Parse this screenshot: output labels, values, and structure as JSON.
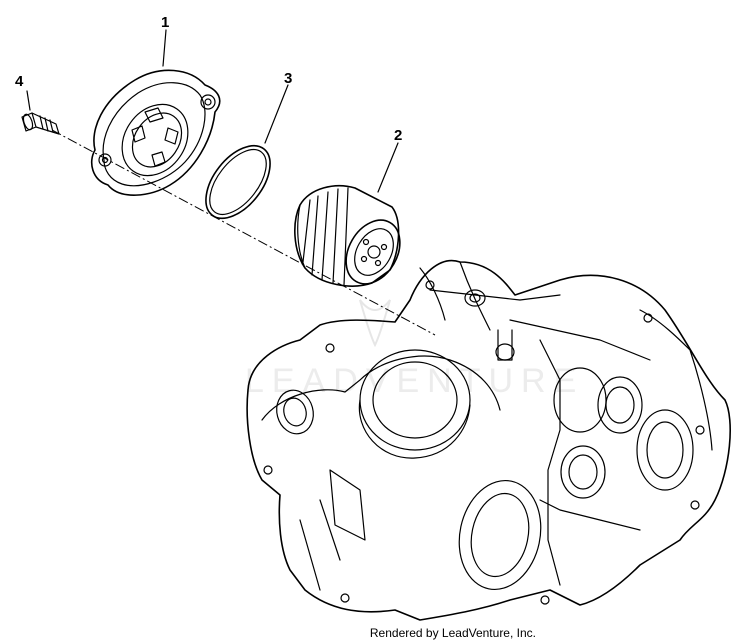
{
  "callouts": [
    {
      "id": "1",
      "label": "1"
    },
    {
      "id": "2",
      "label": "2"
    },
    {
      "id": "3",
      "label": "3"
    },
    {
      "id": "4",
      "label": "4"
    }
  ],
  "parts": {
    "cover": "oil-filter-cover",
    "filter": "oil-filter",
    "oring": "o-ring",
    "bolt": "bolt",
    "crankcase": "crankcase"
  },
  "credit": "Rendered by LeadVenture, Inc.",
  "watermark": "LEADVENTURE",
  "colors": {
    "line": "#000000",
    "background": "#ffffff",
    "watermark": "#e6e6e6"
  }
}
